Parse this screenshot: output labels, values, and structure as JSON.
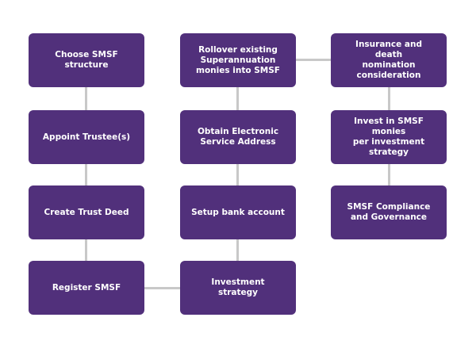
{
  "diagram": {
    "colors": {
      "box_fill": "#51307b",
      "box_text": "#ffffff",
      "connector": "#c8c8c8",
      "background": "#ffffff"
    },
    "columns": [
      {
        "steps": [
          "Choose SMSF\nstructure",
          "Appoint Trustee(s)",
          "Create Trust Deed",
          "Register SMSF"
        ]
      },
      {
        "steps": [
          "Rollover existing\nSuperannuation\nmonies into SMSF",
          "Obtain Electronic\nService Address",
          "Setup bank account",
          "Investment strategy"
        ]
      },
      {
        "steps": [
          "Insurance and death\nnomination\nconsideration",
          "Invest in SMSF monies\nper investment\nstrategy",
          "SMSF Compliance\nand Governance"
        ]
      }
    ]
  }
}
